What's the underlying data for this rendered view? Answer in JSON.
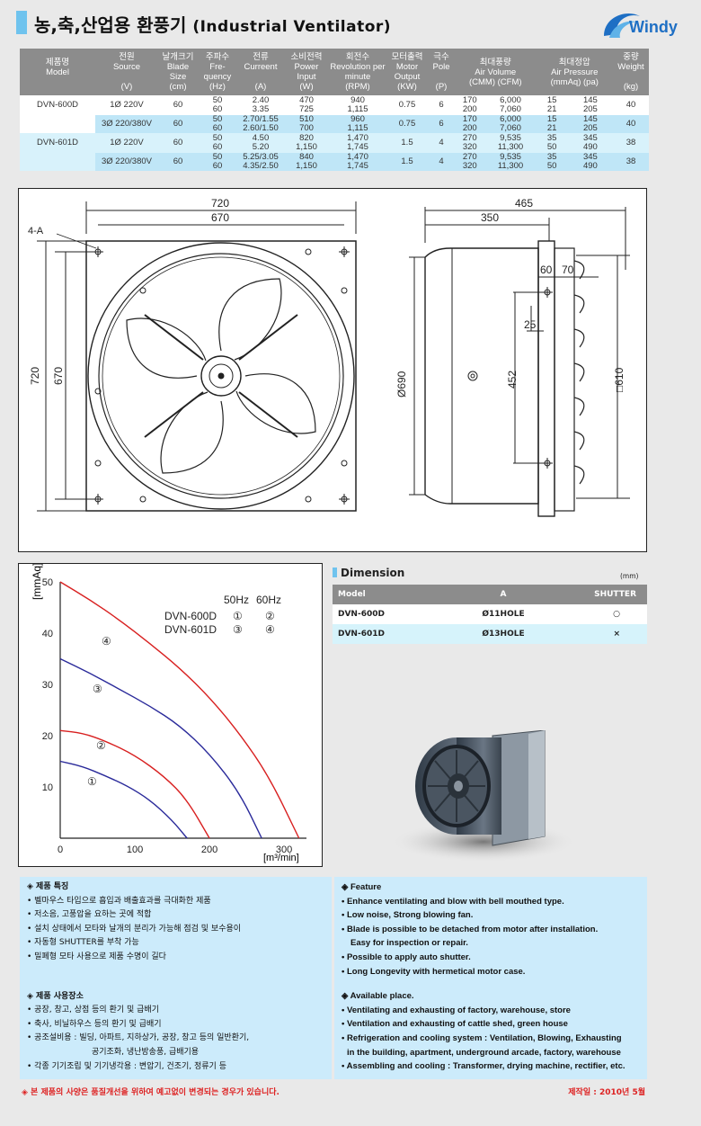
{
  "header": {
    "title_ko": "농,축,산업용 환풍기",
    "title_en": "(Industrial Ventilator)",
    "logo": "Windy"
  },
  "spec_table": {
    "columns": [
      {
        "ko": "제품명",
        "en": "Model",
        "unit": ""
      },
      {
        "ko": "전원",
        "en": "Source",
        "unit": "(V)"
      },
      {
        "ko": "날개크기",
        "en": "Blade Size",
        "unit": "(cm)"
      },
      {
        "ko": "주파수",
        "en": "Fre-quency",
        "unit": "(Hz)"
      },
      {
        "ko": "전류",
        "en": "Curreent",
        "unit": "(A)"
      },
      {
        "ko": "소비전력",
        "en": "Power Input",
        "unit": "(W)"
      },
      {
        "ko": "회전수",
        "en": "Revolution per minute",
        "unit": "(RPM)"
      },
      {
        "ko": "모터출력",
        "en": "Motor Output",
        "unit": "(KW)"
      },
      {
        "ko": "극수",
        "en": "Pole",
        "unit": "(P)"
      },
      {
        "ko": "최대풍량",
        "en": "Air Volume",
        "unit": "(CMM)  (CFM)"
      },
      {
        "ko": "최대정압",
        "en": "Air Pressure",
        "unit": "(mmAq)  (pa)"
      },
      {
        "ko": "중량",
        "en": "Weight",
        "unit": "(kg)"
      }
    ],
    "rows": [
      {
        "model": "DVN-600D",
        "source": "1Ø 220V",
        "blade": "60",
        "hz": [
          "50",
          "60"
        ],
        "amp": [
          "2.40",
          "3.35"
        ],
        "power": [
          "470",
          "725"
        ],
        "rpm": [
          "940",
          "1,115"
        ],
        "motor": "0.75",
        "pole": "6",
        "cmm": [
          "170",
          "200"
        ],
        "cfm": [
          "6,000",
          "7,060"
        ],
        "mmaq": [
          "15",
          "21"
        ],
        "pa": [
          "145",
          "205"
        ],
        "weight": "40"
      },
      {
        "model": "",
        "source": "3Ø 220/380V",
        "blade": "60",
        "hz": [
          "50",
          "60"
        ],
        "amp": [
          "2.70/1.55",
          "2.60/1.50"
        ],
        "power": [
          "510",
          "700"
        ],
        "rpm": [
          "960",
          "1,115"
        ],
        "motor": "0.75",
        "pole": "6",
        "cmm": [
          "170",
          "200"
        ],
        "cfm": [
          "6,000",
          "7,060"
        ],
        "mmaq": [
          "15",
          "21"
        ],
        "pa": [
          "145",
          "205"
        ],
        "weight": "40"
      },
      {
        "model": "DVN-601D",
        "source": "1Ø 220V",
        "blade": "60",
        "hz": [
          "50",
          "60"
        ],
        "amp": [
          "4.50",
          "5.20"
        ],
        "power": [
          "820",
          "1,150"
        ],
        "rpm": [
          "1,470",
          "1,745"
        ],
        "motor": "1.5",
        "pole": "4",
        "cmm": [
          "270",
          "320"
        ],
        "cfm": [
          "9,535",
          "11,300"
        ],
        "mmaq": [
          "35",
          "50"
        ],
        "pa": [
          "345",
          "490"
        ],
        "weight": "38"
      },
      {
        "model": "",
        "source": "3Ø 220/380V",
        "blade": "60",
        "hz": [
          "50",
          "60"
        ],
        "amp": [
          "5.25/3.05",
          "4.35/2.50"
        ],
        "power": [
          "840",
          "1,150"
        ],
        "rpm": [
          "1,470",
          "1,745"
        ],
        "motor": "1.5",
        "pole": "4",
        "cmm": [
          "270",
          "320"
        ],
        "cfm": [
          "9,535",
          "11,300"
        ],
        "mmaq": [
          "35",
          "50"
        ],
        "pa": [
          "345",
          "490"
        ],
        "weight": "38"
      }
    ]
  },
  "drawing": {
    "front": {
      "w_outer": "720",
      "w_inner": "670",
      "h_outer": "720",
      "h_inner": "670",
      "hole": "4-A"
    },
    "side": {
      "depth": "465",
      "d350": "350",
      "d60": "60",
      "d70": "70",
      "dia": "Ø690",
      "d452": "452",
      "d25": "25",
      "sq": "□610"
    }
  },
  "chart_data": {
    "type": "line",
    "ylabel": "[mmAq]",
    "xlabel": "[m³/min]",
    "xlim": [
      0,
      330
    ],
    "ylim": [
      0,
      50
    ],
    "xticks": [
      0,
      100,
      200,
      300
    ],
    "yticks": [
      10,
      20,
      30,
      40,
      50
    ],
    "legend": {
      "header": [
        "50Hz",
        "60Hz"
      ],
      "rows": [
        {
          "model": "DVN-600D",
          "marks": [
            "①",
            "②"
          ]
        },
        {
          "model": "DVN-601D",
          "marks": [
            "③",
            "④"
          ]
        }
      ]
    },
    "series": [
      {
        "name": "①",
        "color": "#2a2a9a",
        "x": [
          0,
          30,
          60,
          90,
          120,
          150,
          170
        ],
        "y": [
          15,
          14,
          12.2,
          10.2,
          7.5,
          3.5,
          0
        ]
      },
      {
        "name": "②",
        "color": "#d82020",
        "x": [
          0,
          30,
          60,
          100,
          140,
          170,
          200
        ],
        "y": [
          21,
          20.5,
          19,
          16.2,
          12,
          7.5,
          0
        ]
      },
      {
        "name": "③",
        "color": "#2a2a9a",
        "x": [
          0,
          40,
          80,
          120,
          160,
          200,
          240,
          270
        ],
        "y": [
          35,
          32.2,
          29,
          25.8,
          22,
          16.5,
          9,
          0
        ]
      },
      {
        "name": "④",
        "color": "#d82020",
        "x": [
          0,
          40,
          80,
          120,
          160,
          200,
          240,
          280,
          320
        ],
        "y": [
          50,
          46.5,
          42.5,
          38,
          33.2,
          27.5,
          20.5,
          12,
          0
        ]
      }
    ]
  },
  "dimension": {
    "title": "Dimension",
    "unit": "(mm)",
    "headers": [
      "Model",
      "A",
      "SHUTTER"
    ],
    "rows": [
      {
        "model": "DVN-600D",
        "a": "Ø11HOLE",
        "shutter": "○"
      },
      {
        "model": "DVN-601D",
        "a": "Ø13HOLE",
        "shutter": "×"
      }
    ]
  },
  "features_ko": {
    "title1": "◈ 제품 특징",
    "items1": [
      "• 벨마우스 타입으로 흡입과 배출효과를 극대화한 제품",
      "• 저소음, 고풍압을 요하는 곳에 적합",
      "• 설치 상태에서 모타와 날개의 분리가 가능해 점검 및 보수용이",
      "• 자동형 SHUTTER를 부착 가능",
      "• 밀폐형 모타 사용으로 제품 수명이 길다"
    ],
    "title2": "◈ 제품 사용장소",
    "items2": [
      "• 공장, 창고, 상점 등의 환기 및 급배기",
      "• 축사, 비닐하우스 등의 환기 및 급배기",
      "• 공조설비용 : 빌딩, 아파트, 지하상가, 공장, 창고 등의 일반환기,",
      "공기조화, 냉난방송풍, 급배기용",
      "• 각종 기기조립 및 기기냉각용 : 변압기, 건조기, 정류기 등"
    ]
  },
  "features_en": {
    "title1": "◈ Feature",
    "items1": [
      "• Enhance ventilating and blow with bell mouthed type.",
      "• Low noise, Strong blowing fan.",
      "• Blade is possible to be detached from motor after installation.",
      "Easy for inspection or repair.",
      "• Possible to apply auto shutter.",
      "• Long Longevity with hermetical motor case."
    ],
    "title2": "◈ Available place.",
    "items2": [
      "• Ventilating and exhausting of factory, warehouse, store",
      "• Ventilation and exhausting of cattle shed, green house",
      "• Refrigeration and cooling system : Ventilation, Blowing, Exhausting",
      "in the building, apartment, underground arcade, factory, warehouse",
      "• Assembling and cooling : Transformer, drying machine, rectifier, etc."
    ]
  },
  "footer": {
    "note": "◈ 본 제품의 사양은 품질개선을 위하여 예고없이 변경되는 경우가 있습니다.",
    "date": "제작일 : 2010년 5월"
  }
}
